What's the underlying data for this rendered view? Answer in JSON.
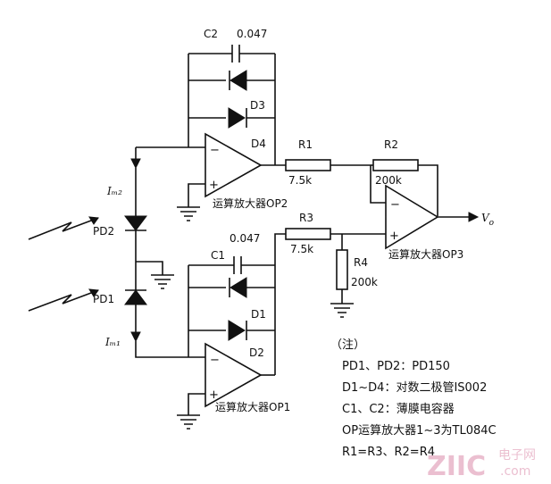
{
  "labels": {
    "c2": "C2",
    "c2_value": "0.047",
    "c1": "C1",
    "c1_value": "0.047",
    "d1": "D1",
    "d2": "D2",
    "d3": "D3",
    "d4": "D4",
    "r1": "R1",
    "r1_value": "7.5k",
    "r2": "R2",
    "r2_value": "200k",
    "r3": "R3",
    "r3_value": "7.5k",
    "r4": "R4",
    "r4_value": "200k",
    "pd1": "PD1",
    "pd2": "PD2",
    "i_pd2": "Iₘ₂",
    "i_pd1": "Iₘ₁",
    "op1": "运算放大器OP1",
    "op2": "运算放大器OP2",
    "op3": "运算放大器OP3",
    "vo": "V",
    "vo_sub": "o",
    "minus": "−",
    "plus": "+"
  },
  "notes": {
    "title": "（注）",
    "lines": [
      "PD1、PD2：PD150",
      "D1~D4：对数二极管IS002",
      "C1、C2：薄膜电容器",
      "OP运算放大器1~3为TL084C",
      "R1=R3、R2=R4"
    ]
  },
  "watermark": {
    "logo": "ZIIC",
    "site_cn": "电子网",
    "site_url": ".com"
  }
}
